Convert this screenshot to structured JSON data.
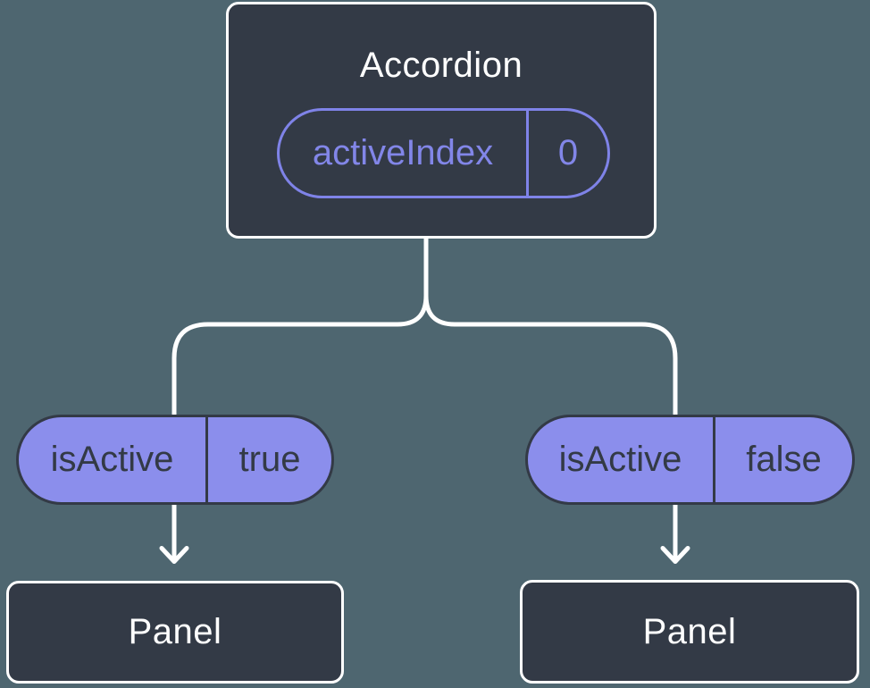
{
  "diagram": {
    "root": {
      "label": "Accordion",
      "prop": {
        "name": "activeIndex",
        "value": "0"
      }
    },
    "children": [
      {
        "prop": {
          "name": "isActive",
          "value": "true"
        },
        "target": {
          "label": "Panel"
        }
      },
      {
        "prop": {
          "name": "isActive",
          "value": "false"
        },
        "target": {
          "label": "Panel"
        }
      }
    ]
  },
  "colors": {
    "background": "#4E6670",
    "node_fill": "#333A46",
    "node_border": "#FFFFFF",
    "pill_fill": "#8B8EEC",
    "pill_dark": "#333A46",
    "accent_stroke": "#7F83E8",
    "accent_text": "#8286E8",
    "connector": "#FFFFFF",
    "text_light": "#FFFFFF"
  }
}
